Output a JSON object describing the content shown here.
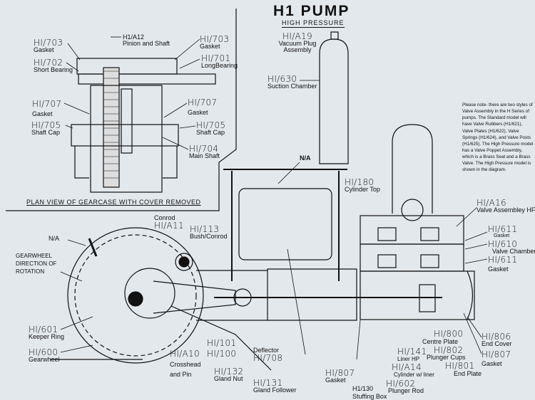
{
  "title": "H1 PUMP",
  "subtitle": "HIGH PRESSURE",
  "caption": "PLAN VIEW OF GEARCASE WITH COVER REMOVED",
  "note": "Please note- there are two styles of Valve Assembly in the H Series of pumps. The Standard model will have Valve Rubbers (H1/621), Valve Plates (H1/622), Valve Springs (H1/624), and Valve Posts (H1/625). The High Pressure model has a Valve Poppet Assembly, which is a Brass Seat and a Brass Valve. The High Pressure model is shown in the diagram.",
  "rotation_label": [
    "GEARWHEEL",
    "DIRECTION OF",
    "ROTATION"
  ],
  "callouts": [
    {
      "code": "HI/703",
      "name": "Gasket"
    },
    {
      "code": "H1/A12",
      "name": "Pinion and Shaft"
    },
    {
      "code": "HI/703",
      "name": "Gasket"
    },
    {
      "code": "HI/702",
      "name": "Short Bearing"
    },
    {
      "code": "HI/701",
      "name": "LongBearing"
    },
    {
      "code": "HI/707",
      "name": "Gasket"
    },
    {
      "code": "HI/707",
      "name": "Gasket"
    },
    {
      "code": "HI/705",
      "name": "Shaft Cap"
    },
    {
      "code": "HI/705",
      "name": "Shaft Cap"
    },
    {
      "code": "HI/704",
      "name": "Main Shaft"
    },
    {
      "code": "HI/A19",
      "name": "Vacuum Plug Assembly"
    },
    {
      "code": "HI/630",
      "name": "Suction Chamber"
    },
    {
      "code": "",
      "name": "N/A"
    },
    {
      "code": "HI/180",
      "name": "Cylinder Top"
    },
    {
      "code": "HI/A16",
      "name": "Valve Assembley HF"
    },
    {
      "code": "HI/611",
      "name": "Gasket"
    },
    {
      "code": "HI/610",
      "name": "Valve Chamber"
    },
    {
      "code": "HI/611",
      "name": "Gasket"
    },
    {
      "code": "HI/A11",
      "name": "Conrod"
    },
    {
      "code": "HI/113",
      "name": "Bush/Conrod"
    },
    {
      "code": "",
      "name": "N/A"
    },
    {
      "code": "HI/601",
      "name": "Keeper Ring"
    },
    {
      "code": "HI/600",
      "name": "Gearwheel"
    },
    {
      "code": "HI/101",
      "name": ""
    },
    {
      "code": "HI/100",
      "name": ""
    },
    {
      "code": "HI/A10",
      "name": "Crosshead and Pin"
    },
    {
      "code": "HI/708",
      "name": "Deflector"
    },
    {
      "code": "HI/132",
      "name": "Gland Nut"
    },
    {
      "code": "HI/131",
      "name": "Gland Follower"
    },
    {
      "code": "HI/807",
      "name": "Gasket"
    },
    {
      "code": "H1/130",
      "name": "Stuffing Box"
    },
    {
      "code": "HI/602",
      "name": "Plunger Rod"
    },
    {
      "code": "HI/A14",
      "name": "Cylinder w/ liner"
    },
    {
      "code": "HI/141",
      "name": "Liner HP"
    },
    {
      "code": "HI/801",
      "name": "End Plate"
    },
    {
      "code": "HI/800",
      "name": "Centre Plate"
    },
    {
      "code": "HI/802",
      "name": "Plunger Cups"
    },
    {
      "code": "HI/806",
      "name": "End Cover"
    },
    {
      "code": "HI/807",
      "name": "Gasket"
    }
  ]
}
